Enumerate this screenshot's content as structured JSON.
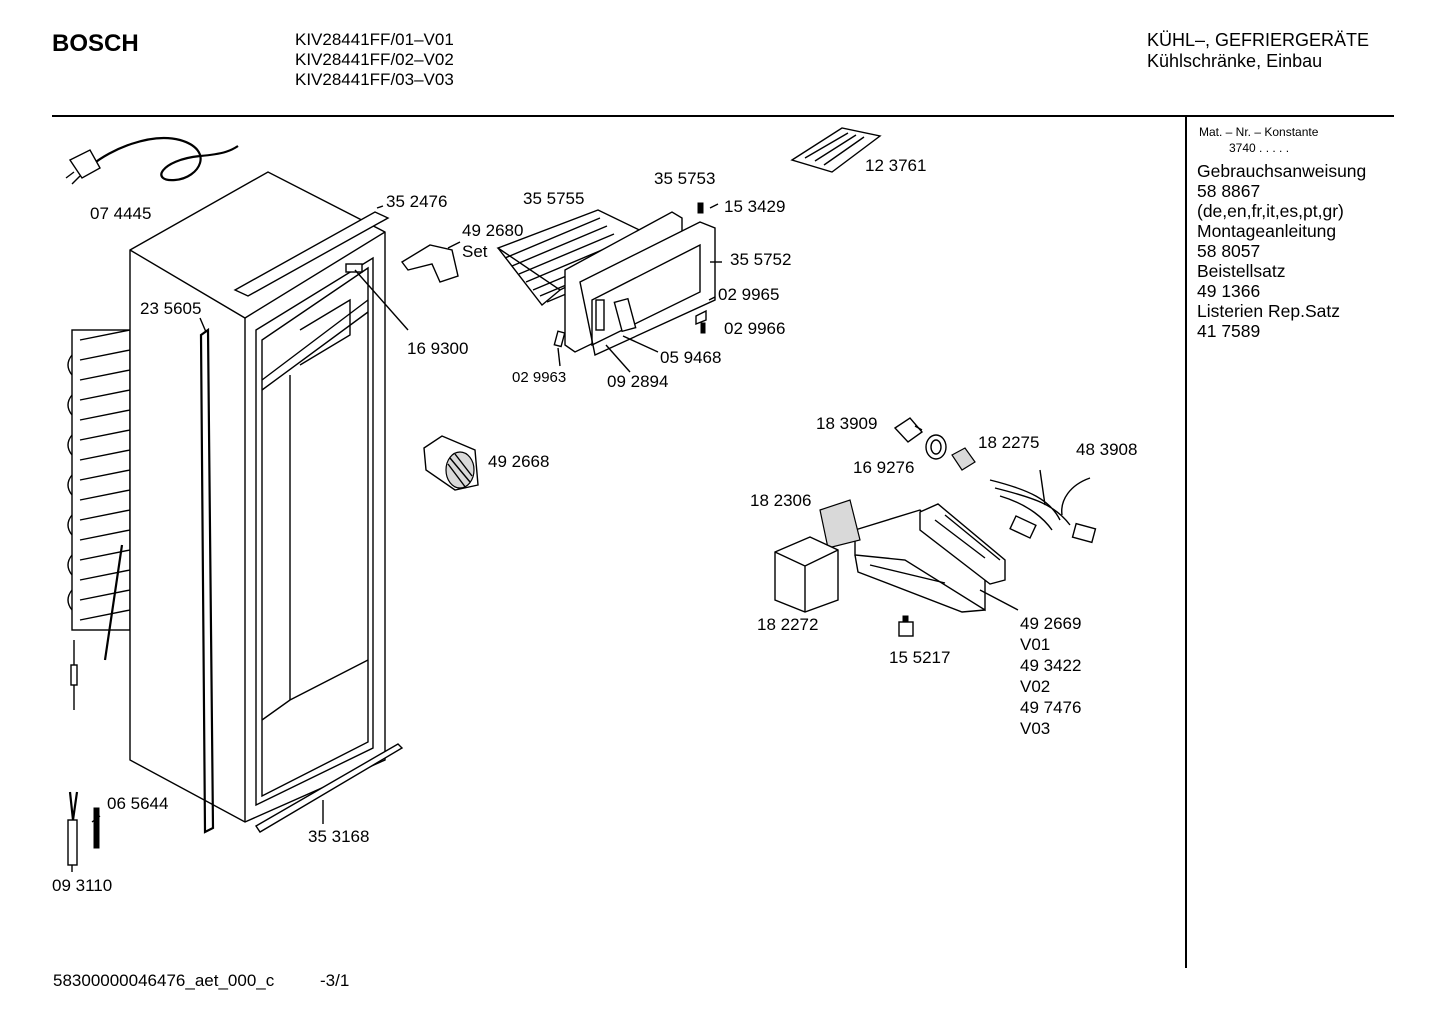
{
  "header": {
    "brand": "BOSCH",
    "models": [
      "KIV28441FF/01–V01",
      "KIV28441FF/02–V02",
      "KIV28441FF/03–V03"
    ],
    "category_line1": "KÜHL–, GEFRIERGERÄTE",
    "category_line2": "Kühlschränke, Einbau"
  },
  "sidebar": {
    "mat_label": "Mat. – Nr. – Konstante",
    "mat_konstante": "3740  .  .  .  .  .",
    "items": [
      "Gebrauchsanweisung",
      "58 8867",
      "(de,en,fr,it,es,pt,gr)",
      "Montageanleitung",
      "58 8057",
      "Beistellsatz",
      "49 1366",
      "Listerien Rep.Satz",
      "41 7589"
    ]
  },
  "parts": {
    "p074445": "07 4445",
    "p352476": "35 2476",
    "p355755": "35 5755",
    "p355753": "35 5753",
    "p123761": "12 3761",
    "p153429": "15 3429",
    "p492680": "49 2680",
    "set": "Set",
    "p355752": "35 5752",
    "p029965": "02 9965",
    "p029966": "02 9966",
    "p235605": "23 5605",
    "p169300": "16 9300",
    "p029963": "02 9963",
    "p092894": "09 2894",
    "p059468": "05 9468",
    "p492668": "49 2668",
    "p183909": "18 3909",
    "p182275": "18 2275",
    "p483908": "48 3908",
    "p169276": "16 9276",
    "p182306": "18 2306",
    "p182272": "18 2272",
    "p155217": "15 5217",
    "variant_list": [
      "49 2669",
      "V01",
      "49 3422",
      "V02",
      "49 7476",
      "V03"
    ],
    "p065644": "06 5644",
    "p353168": "35 3168",
    "p093110": "09 3110"
  },
  "footer": {
    "doc_id": "58300000046476_aet_000_c",
    "page": "-3/1"
  }
}
